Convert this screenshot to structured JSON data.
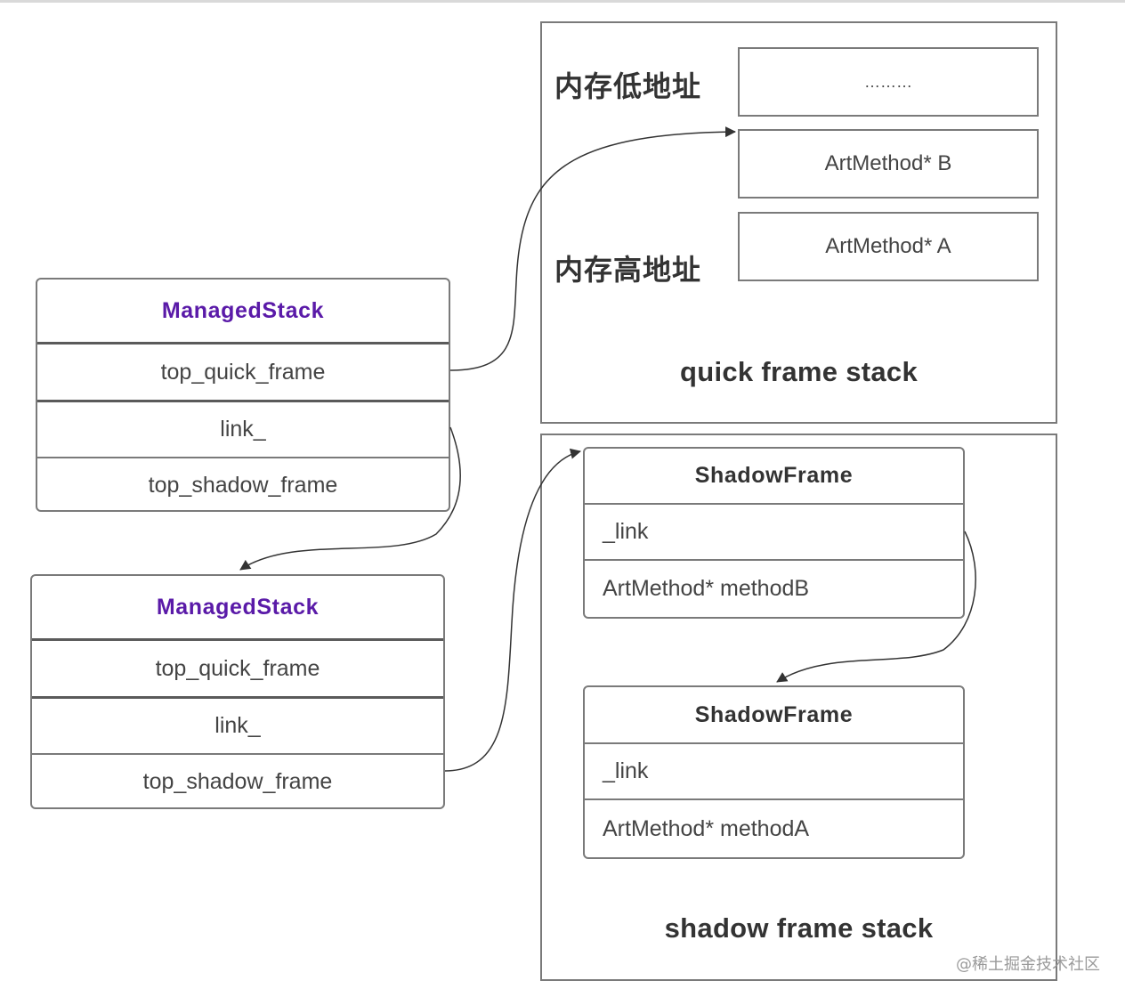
{
  "quick_stack": {
    "title": "quick frame stack",
    "low_addr_label": "内存低地址",
    "high_addr_label": "内存高地址",
    "slots": [
      "………",
      "ArtMethod* B",
      "ArtMethod* A"
    ]
  },
  "shadow_stack": {
    "title": "shadow frame stack",
    "frames": [
      {
        "header": "ShadowFrame",
        "link": "_link",
        "method": "ArtMethod* methodB"
      },
      {
        "header": "ShadowFrame",
        "link": "_link",
        "method": "ArtMethod* methodA"
      }
    ]
  },
  "managed_stacks": [
    {
      "header": "ManagedStack",
      "fields": [
        "top_quick_frame",
        "link_",
        "top_shadow_frame"
      ]
    },
    {
      "header": "ManagedStack",
      "fields": [
        "top_quick_frame",
        "link_",
        "top_shadow_frame"
      ]
    }
  ],
  "colors": {
    "managed_header": "#5a1aa8",
    "border": "#7a7a7a",
    "arrow": "#333333"
  },
  "watermark": "@稀土掘金技术社区"
}
